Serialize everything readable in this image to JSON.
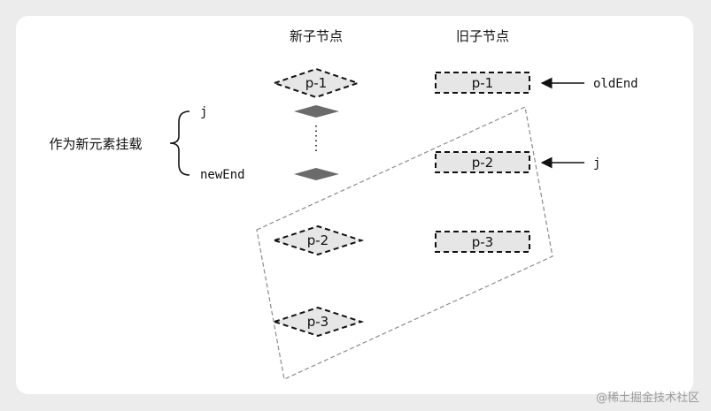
{
  "headers": {
    "new_children": "新子节点",
    "old_children": "旧子节点"
  },
  "new_nodes": {
    "p1": "p-1",
    "p2": "p-2",
    "p3": "p-3"
  },
  "old_nodes": {
    "p1": "p-1",
    "p2": "p-2",
    "p3": "p-3"
  },
  "left_labels": {
    "j": "j",
    "new_end": "newEnd",
    "mount_note": "作为新元素挂载"
  },
  "pointers": {
    "old_end": "oldEnd",
    "j": "j"
  },
  "watermark": "@稀土掘金技术社区",
  "colors": {
    "node_fill": "#e6e6e6",
    "solid_diamond": "#6b6b6b",
    "dashed_region": "#8c8c8c"
  }
}
